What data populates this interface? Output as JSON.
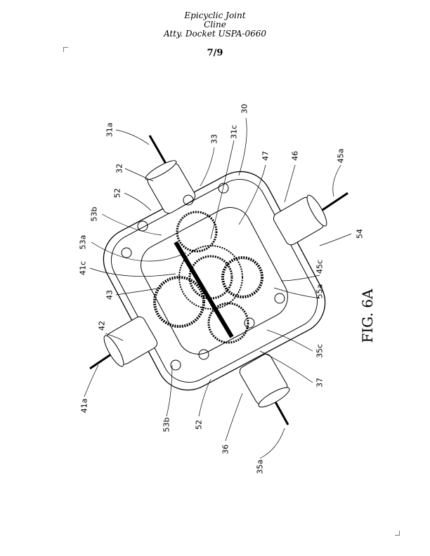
{
  "header": {
    "title": "Epicyclic Joint",
    "inventor": "Cline",
    "docket": "Atty. Docket USPA-0660",
    "page": "7/9"
  },
  "figure": {
    "title": "FIG. 6A",
    "labels": [
      "31a",
      "32",
      "33",
      "31c",
      "30",
      "47",
      "46",
      "45a",
      "52",
      "53b",
      "53a",
      "41c",
      "43",
      "42",
      "41a",
      "53b",
      "52",
      "36",
      "35a",
      "37",
      "35c",
      "55a",
      "45c",
      "54"
    ]
  }
}
